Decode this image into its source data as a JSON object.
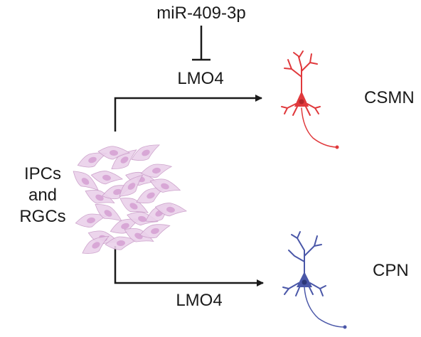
{
  "diagram": {
    "regulator": "miR-409-3p",
    "upper_factor": "LMO4",
    "lower_factor": "LMO4",
    "progenitor_lines": [
      "IPCs",
      "and",
      "RGCs"
    ],
    "upper_output": "CSMN",
    "lower_output": "CPN"
  },
  "colors": {
    "progenitor_fill": "#ead1ea",
    "progenitor_nucleus": "#d8a7d6",
    "progenitor_outline": "#c89bc7",
    "csmn_neuron": "#e0393c",
    "cpn_neuron": "#4a57a8",
    "arrow": "#1a1a1a"
  }
}
